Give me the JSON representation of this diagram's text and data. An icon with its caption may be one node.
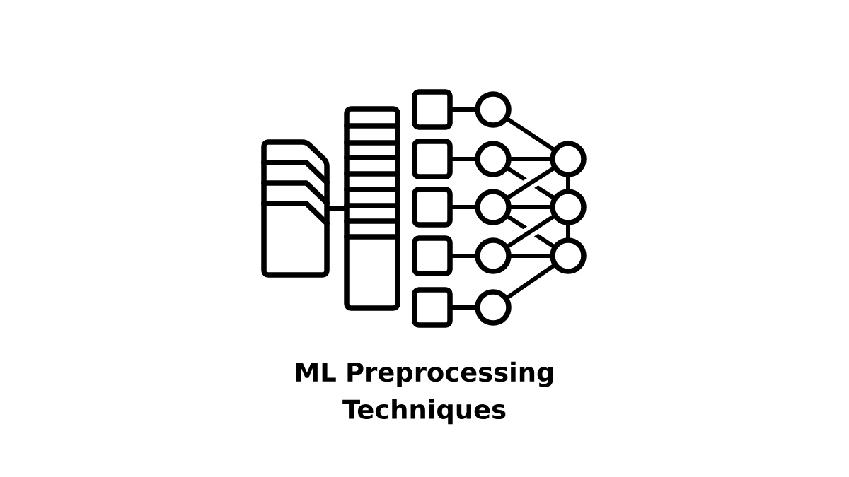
{
  "diagram": {
    "title": "ML Preprocessing Techniques",
    "nodes": [
      {
        "text": [],
        "shape": "picture"
      },
      {
        "text": [],
        "shape": "box"
      },
      {
        "text": [],
        "shape": "box"
      },
      {
        "text": [],
        "shape": "box"
      },
      {
        "text": [],
        "shape": "box"
      },
      {
        "text": [],
        "shape": "box"
      },
      {
        "text": [],
        "shape": "box"
      },
      {
        "text": [],
        "shape": "circle"
      },
      {
        "text": [],
        "shape": "circle"
      },
      {
        "text": [],
        "shape": "circle"
      },
      {
        "text": [],
        "shape": "circle"
      },
      {
        "text": [],
        "shape": "circle"
      },
      {
        "text": [],
        "shape": "circle"
      },
      {
        "text": [],
        "shape": "circle"
      },
      {
        "text": [],
        "shape": "circle"
      }
    ],
    "edges": [
      {
        "from": 0,
        "to": 1,
        "arrow": "none"
      },
      {
        "from": 2,
        "to": 7,
        "arrow": "none"
      },
      {
        "from": 3,
        "to": 8,
        "arrow": "none"
      },
      {
        "from": 4,
        "to": 9,
        "arrow": "none"
      },
      {
        "from": 5,
        "to": 10,
        "arrow": "none"
      },
      {
        "from": 6,
        "to": 11,
        "arrow": "none"
      },
      {
        "from": 7,
        "to": 12,
        "arrow": "none"
      },
      {
        "from": 8,
        "to": 12,
        "arrow": "none"
      },
      {
        "from": 8,
        "to": 13,
        "arrow": "none"
      },
      {
        "from": 9,
        "to": 12,
        "arrow": "none"
      },
      {
        "from": 9,
        "to": 13,
        "arrow": "none"
      },
      {
        "from": 9,
        "to": 14,
        "arrow": "none"
      },
      {
        "from": 10,
        "to": 13,
        "arrow": "none"
      },
      {
        "from": 10,
        "to": 14,
        "arrow": "none"
      },
      {
        "from": 11,
        "to": 14,
        "arrow": "none"
      },
      {
        "from": 12,
        "to": 13,
        "arrow": "none"
      },
      {
        "from": 13,
        "to": 14,
        "arrow": "none"
      }
    ]
  }
}
